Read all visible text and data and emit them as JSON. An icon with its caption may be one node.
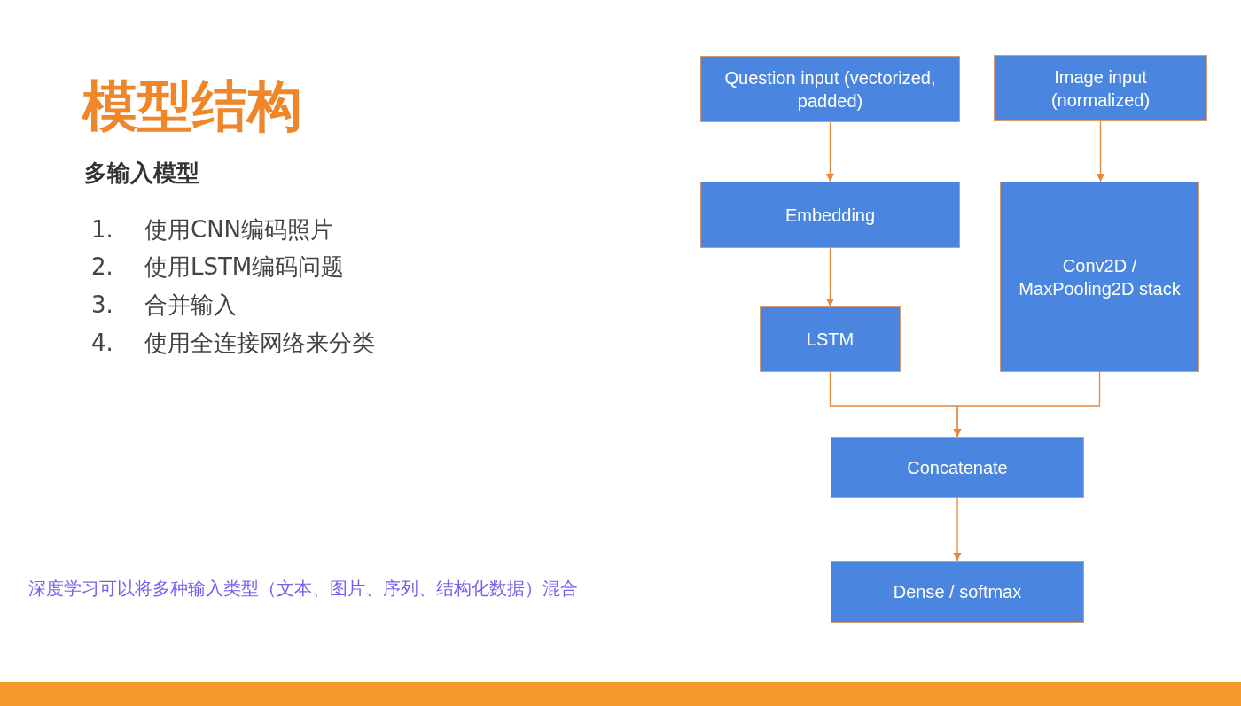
{
  "diagram": {
    "title": "模型结构",
    "nodes": [
      {
        "text": [
          "Question input (vectorized, padded)"
        ]
      },
      {
        "text": [
          "Image input (normalized)"
        ]
      },
      {
        "text": [
          "Embedding"
        ]
      },
      {
        "text": [
          "Conv2D / MaxPooling2D stack"
        ]
      },
      {
        "text": [
          "LSTM"
        ]
      },
      {
        "text": [
          "Concatenate"
        ]
      },
      {
        "text": [
          "Dense / softmax"
        ]
      }
    ],
    "edges": [
      {
        "from": 0,
        "to": 2,
        "arrow": "to"
      },
      {
        "from": 1,
        "to": 3,
        "arrow": "to"
      },
      {
        "from": 2,
        "to": 4,
        "arrow": "to"
      },
      {
        "from": 4,
        "to": 5,
        "arrow": "to"
      },
      {
        "from": 3,
        "to": 5,
        "arrow": "to"
      },
      {
        "from": 5,
        "to": 6,
        "arrow": "to"
      }
    ],
    "labels": [
      "多输入模型",
      "1.",
      "使用CNN编码照片",
      "2.",
      "使用LSTM编码问题",
      "3.",
      "合并输入",
      "4.",
      "使用全连接网络来分类",
      "深度学习可以将多种输入类型（文本、图片、序列、结构化数据）混合"
    ]
  }
}
